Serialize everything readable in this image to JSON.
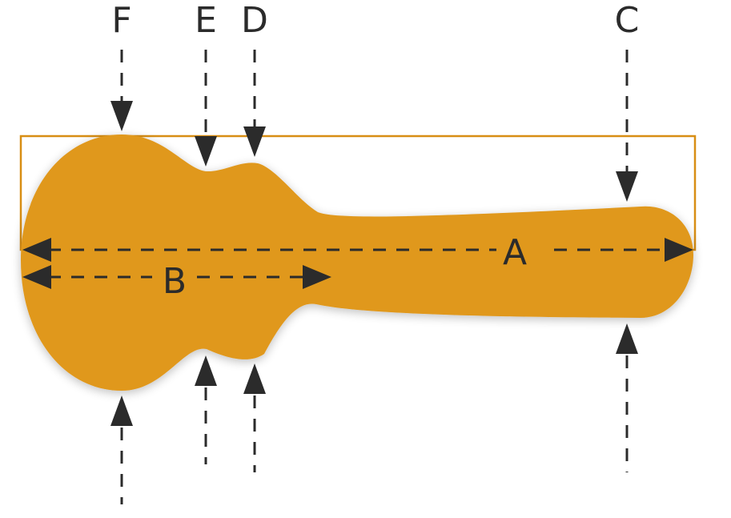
{
  "diagram": {
    "labels": {
      "A": "A",
      "B": "B",
      "C": "C",
      "D": "D",
      "E": "E",
      "F": "F"
    },
    "colors": {
      "body_fill": "#e0981f",
      "outline": "#d88e14",
      "ink": "#2b2b2b"
    }
  }
}
